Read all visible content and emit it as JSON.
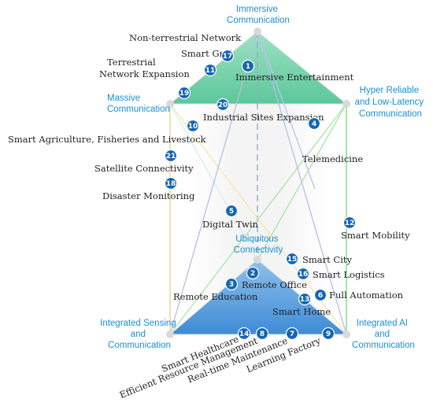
{
  "corners": {
    "top": [
      "Immersive",
      "Communication"
    ],
    "upper_left": [
      "Massive",
      "Communication"
    ],
    "upper_right": [
      "Hyper Reliable",
      "and Low-Latency",
      "Communication"
    ],
    "center": [
      "Ubiquitous",
      "Connectivity"
    ],
    "lower_left": [
      "Integrated Sensing",
      "and",
      "Communication"
    ],
    "lower_right": [
      "Integrated AI",
      "and",
      "Communication"
    ]
  },
  "use_cases": [
    {
      "num": "1",
      "label": "Immersive Entertainment"
    },
    {
      "num": "2",
      "label": "Remote Office"
    },
    {
      "num": "3",
      "label": "Remote Education"
    },
    {
      "num": "4",
      "label": "Telemedicine"
    },
    {
      "num": "5",
      "label": "Digital Twin"
    },
    {
      "num": "6",
      "label": "Full Automation"
    },
    {
      "num": "7",
      "label": "Real-time Maintenance"
    },
    {
      "num": "8",
      "label": "Efficient Resource Management"
    },
    {
      "num": "9",
      "label": "Learning Factory"
    },
    {
      "num": "10",
      "label": "Smart Agriculture, Fisheries and Livestock"
    },
    {
      "num": "11",
      "label": "Smart Grid"
    },
    {
      "num": "12",
      "label": "Smart Mobility"
    },
    {
      "num": "13",
      "label": "Smart Home"
    },
    {
      "num": "14",
      "label": "Smart Healthcare"
    },
    {
      "num": "15",
      "label": "Smart City"
    },
    {
      "num": "16",
      "label": "Smart Logistics"
    },
    {
      "num": "17",
      "label": "Non-terrestrial Network"
    },
    {
      "num": "18",
      "label": "Disaster Monitoring"
    },
    {
      "num": "19",
      "label": [
        "Terrestrial",
        "Network Expansion"
      ]
    },
    {
      "num": "20",
      "label": "Industrial Sites Expansion"
    },
    {
      "num": "21",
      "label": "Satellite Connectivity"
    }
  ],
  "colors": {
    "top_triangle": "#6fd0a8",
    "bottom_triangle": "#5b9fdc",
    "badge": "#1565b3",
    "corner_label": "#1a8fd6",
    "node": "#d9d9d9"
  }
}
